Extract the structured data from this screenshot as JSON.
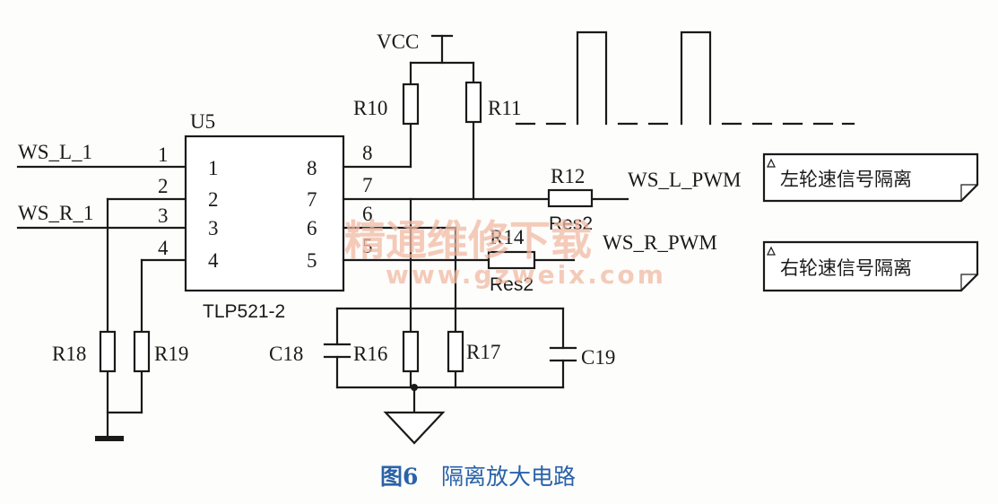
{
  "chip": {
    "ref": "U5",
    "part": "TLP521-2",
    "inner_pins_left": [
      "1",
      "2",
      "3",
      "4"
    ],
    "inner_pins_right": [
      "8",
      "7",
      "6",
      "5"
    ],
    "outer_pins_left": [
      "1",
      "2",
      "3",
      "4"
    ],
    "outer_pins_right": [
      "8",
      "7",
      "6",
      "5"
    ]
  },
  "inputs": {
    "left": "WS_L_1",
    "right": "WS_R_1"
  },
  "power": {
    "vcc": "VCC"
  },
  "resistors": {
    "r10": "R10",
    "r11": "R11",
    "r12": "R12",
    "r12_value": "Res2",
    "r14": "R14",
    "r14_value": "Res2",
    "r16": "R16",
    "r17": "R17",
    "r18": "R18",
    "r19": "R19"
  },
  "capacitors": {
    "c18": "C18",
    "c19": "C19"
  },
  "outputs": {
    "left_net": "WS_L_PWM",
    "right_net": "WS_R_PWM",
    "left_port": "左轮速信号隔离",
    "right_port": "右轮速信号隔离"
  },
  "watermark": {
    "text": "精通维修下载",
    "url": "www.gzweix.com"
  },
  "caption": {
    "figure": "图6",
    "title": "隔离放大电路"
  }
}
